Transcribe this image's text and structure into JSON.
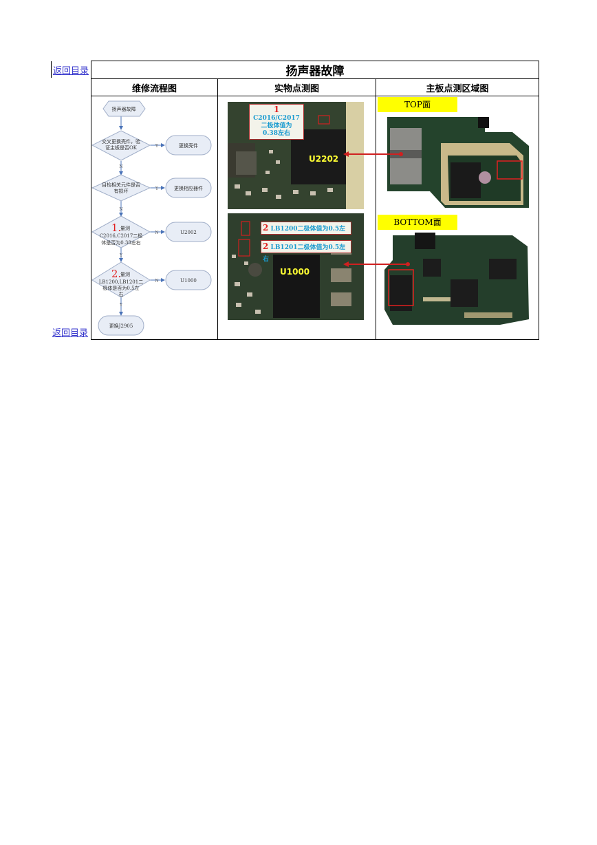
{
  "links": {
    "back_top": "返回目录",
    "back_bottom": "返回目录"
  },
  "title": "扬声器故障",
  "headers": {
    "flow": "维修流程图",
    "photo": "实物点测图",
    "board": "主板点测区域图"
  },
  "flow": {
    "start": "扬声器故障",
    "d1_line1": "交叉更换壳件，验",
    "d1_line2": "证主板是否OK",
    "r1": "更换壳件",
    "d2_line1": "目检相关元件是否",
    "d2_line2": "有损坏",
    "r2": "更换相应器件",
    "d3_num": "1.",
    "d3_line1": "量测",
    "d3_line2": "C2016,C2017二极",
    "d3_line3": "体是否为0.38左右",
    "r3": "U2002",
    "d4_num": "2.",
    "d4_line1": "量测",
    "d4_line2": "LB1200,LB1201二",
    "d4_line3": "极体是否为0.5左",
    "d4_line4": "右",
    "r4": "U1000",
    "end": "更换J2905",
    "yes": "Y",
    "no": "N"
  },
  "photo_top": {
    "callout_num": "1",
    "callout_line1": "C2016/C2017",
    "callout_line2": "二极体值为",
    "callout_line3": "0.38左右",
    "chip": "U2202"
  },
  "photo_bottom": {
    "callout1_num": "2",
    "callout1": "LB1200二极体值为0.5左",
    "callout2_num": "2",
    "callout2": "LB1201二极体值为0.5左右",
    "chip": "U1000"
  },
  "board": {
    "top_label": "TOP面",
    "bottom_label": "BOTTOM面"
  },
  "colors": {
    "link": "#3333cc",
    "highlight": "#ffff00",
    "callout_text": "#1a9bd0",
    "marker": "#e02020"
  }
}
